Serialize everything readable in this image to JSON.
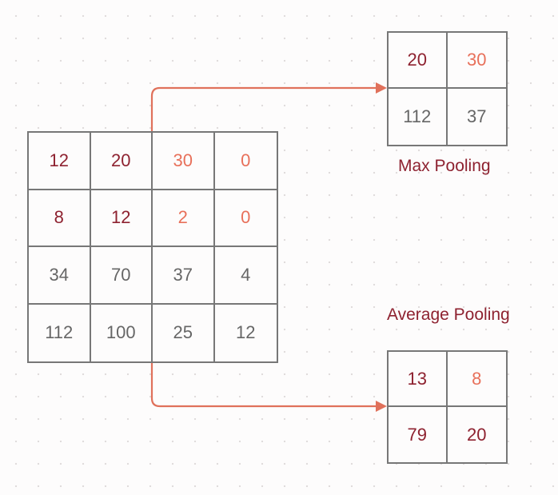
{
  "colors": {
    "dark_red": "#8e2230",
    "salmon": "#e8705a",
    "gray": "#666666",
    "grid_line": "#777777",
    "arrow": "#e0715b"
  },
  "input_matrix": {
    "rows": [
      [
        {
          "value": "12",
          "color": "dark_red"
        },
        {
          "value": "20",
          "color": "dark_red"
        },
        {
          "value": "30",
          "color": "salmon"
        },
        {
          "value": "0",
          "color": "salmon"
        }
      ],
      [
        {
          "value": "8",
          "color": "dark_red"
        },
        {
          "value": "12",
          "color": "dark_red"
        },
        {
          "value": "2",
          "color": "salmon"
        },
        {
          "value": "0",
          "color": "salmon"
        }
      ],
      [
        {
          "value": "34",
          "color": "gray"
        },
        {
          "value": "70",
          "color": "gray"
        },
        {
          "value": "37",
          "color": "gray"
        },
        {
          "value": "4",
          "color": "gray"
        }
      ],
      [
        {
          "value": "112",
          "color": "gray"
        },
        {
          "value": "100",
          "color": "gray"
        },
        {
          "value": "25",
          "color": "gray"
        },
        {
          "value": "12",
          "color": "gray"
        }
      ]
    ]
  },
  "max_pooling": {
    "label": "Max Pooling",
    "rows": [
      [
        {
          "value": "20",
          "color": "dark_red"
        },
        {
          "value": "30",
          "color": "salmon"
        }
      ],
      [
        {
          "value": "112",
          "color": "gray"
        },
        {
          "value": "37",
          "color": "gray"
        }
      ]
    ]
  },
  "average_pooling": {
    "label": "Average Pooling",
    "rows": [
      [
        {
          "value": "13",
          "color": "dark_red"
        },
        {
          "value": "8",
          "color": "salmon"
        }
      ],
      [
        {
          "value": "79",
          "color": "dark_red"
        },
        {
          "value": "20",
          "color": "dark_red"
        }
      ]
    ]
  }
}
